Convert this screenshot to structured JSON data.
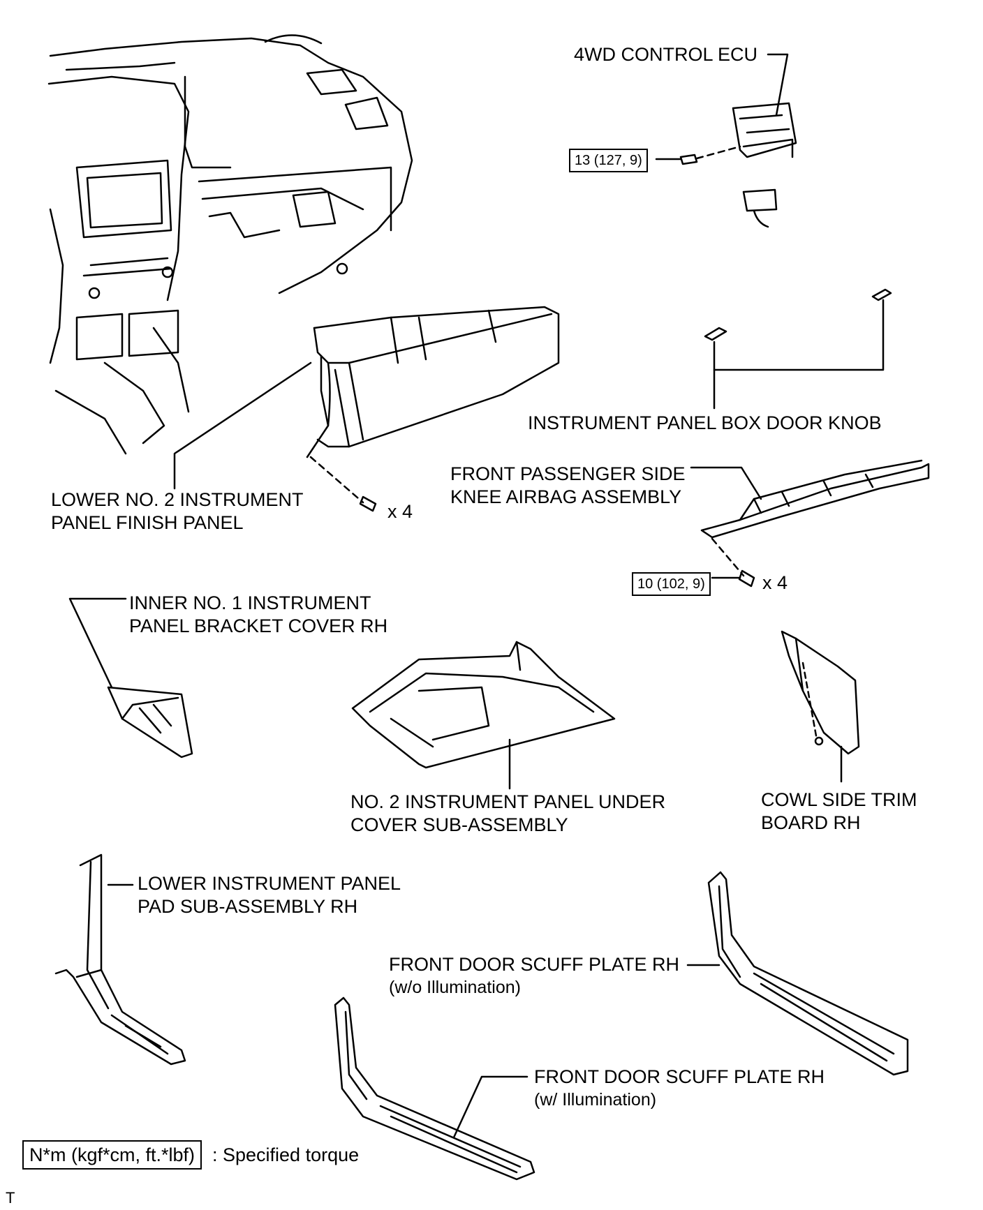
{
  "labels": {
    "ecu": "4WD CONTROL ECU",
    "knob": "INSTRUMENT PANEL BOX DOOR KNOB",
    "finish_panel": [
      "LOWER NO. 2 INSTRUMENT",
      "PANEL FINISH PANEL"
    ],
    "knee_airbag": [
      "FRONT PASSENGER SIDE",
      "KNEE AIRBAG ASSEMBLY"
    ],
    "bracket_cover": [
      "INNER NO. 1 INSTRUMENT",
      "PANEL BRACKET COVER RH"
    ],
    "under_cover": [
      "NO. 2 INSTRUMENT PANEL UNDER",
      "COVER SUB-ASSEMBLY"
    ],
    "cowl_trim": [
      "COWL SIDE TRIM",
      "BOARD RH"
    ],
    "pad": [
      "LOWER INSTRUMENT PANEL",
      "PAD SUB-ASSEMBLY RH"
    ],
    "scuff_wo": [
      "FRONT DOOR SCUFF PLATE RH",
      "(w/o Illumination)"
    ],
    "scuff_w": [
      "FRONT DOOR SCUFF PLATE RH",
      "(w/ Illumination)"
    ]
  },
  "torques": {
    "ecu_bolt": "13 (127, 9)",
    "airbag_bolt": "10 (102, 9)"
  },
  "counts": {
    "finish_panel_screws": "x 4",
    "airbag_bolts": "x 4"
  },
  "legend": {
    "box": "N*m (kgf*cm, ft.*lbf)",
    "text": ": Specified torque"
  },
  "corner_mark": "T"
}
